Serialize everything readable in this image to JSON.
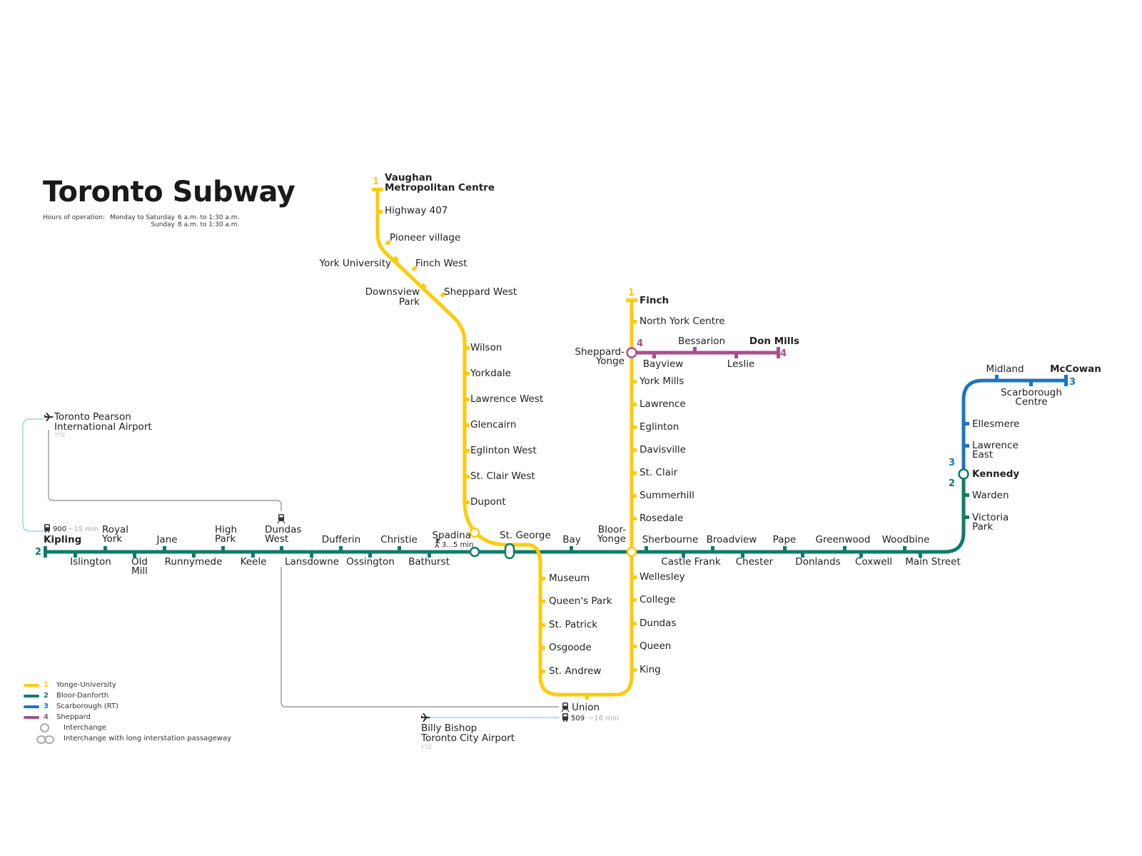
{
  "title": "Toronto Subway",
  "hours": {
    "label": "Hours of operation:",
    "rows": [
      {
        "day": "Monday to Saturday",
        "time": "6 a.m. to 1:30 a.m."
      },
      {
        "day": "Sunday",
        "time": "8 a.m. to 1:30 a.m."
      }
    ]
  },
  "colors": {
    "line1": "#FFCB05",
    "line2": "#0E7C6B",
    "line3": "#1A75C2",
    "line4": "#A94F8C",
    "connector": "#7fd0e0",
    "transfer": "#888888"
  },
  "line_numbers": {
    "l1": "1",
    "l2": "2",
    "l3": "3",
    "l4": "4"
  },
  "stations": {
    "vaughan_a": "Vaughan",
    "vaughan_b": "Metropolitan Centre",
    "highway407": "Highway 407",
    "pioneer": "Pioneer village",
    "york_university": "York University",
    "finch_west": "Finch West",
    "downsview_a": "Downsview",
    "downsview_b": "Park",
    "sheppard_west": "Sheppard West",
    "wilson": "Wilson",
    "yorkdale": "Yorkdale",
    "lawrence_west": "Lawrence West",
    "glencairn": "Glencairn",
    "eglinton_west": "Eglinton West",
    "st_clair_west": "St. Clair West",
    "dupont": "Dupont",
    "spadina": "Spadina",
    "spadina_walk": "3...5 min",
    "st_george": "St. George",
    "bay": "Bay",
    "bloor_a": "Bloor-",
    "bloor_b": "Yonge",
    "museum": "Museum",
    "queens_park": "Queen's Park",
    "st_patrick": "St. Patrick",
    "osgoode": "Osgoode",
    "st_andrew": "St. Andrew",
    "union": "Union",
    "bus509": "509",
    "bus509_time": "~16 min",
    "billy_a": "Billy Bishop",
    "billy_b": "Toronto City Airport",
    "ytz": "YTZ",
    "finch": "Finch",
    "north_york": "North York Centre",
    "sheppard_a": "Sheppard-",
    "sheppard_b": "Yonge",
    "york_mills": "York Mills",
    "lawrence": "Lawrence",
    "eglinton": "Eglinton",
    "davisville": "Davisville",
    "st_clair": "St. Clair",
    "summerhill": "Summerhill",
    "rosedale": "Rosedale",
    "wellesley": "Wellesley",
    "college": "College",
    "dundas": "Dundas",
    "queen": "Queen",
    "king": "King",
    "bayview": "Bayview",
    "bessarion": "Bessarion",
    "leslie": "Leslie",
    "don_mills": "Don Mills",
    "kipling": "Kipling",
    "islington": "Islington",
    "royal_a": "Royal",
    "royal_b": "York",
    "old_a": "Old",
    "old_b": "Mill",
    "jane": "Jane",
    "runnymede": "Runnymede",
    "high_a": "High",
    "high_b": "Park",
    "keele": "Keele",
    "dundas_w_a": "Dundas",
    "dundas_w_b": "West",
    "lansdowne": "Lansdowne",
    "dufferin": "Dufferin",
    "ossington": "Ossington",
    "christie": "Christie",
    "bathurst": "Bathurst",
    "sherbourne": "Sherbourne",
    "castle_frank": "Castle Frank",
    "broadview": "Broadview",
    "chester": "Chester",
    "pape": "Pape",
    "donlands": "Donlands",
    "greenwood": "Greenwood",
    "coxwell": "Coxwell",
    "woodbine": "Woodbine",
    "main_street": "Main Street",
    "victoria_a": "Victoria",
    "victoria_b": "Park",
    "warden": "Warden",
    "kennedy": "Kennedy",
    "lawrence_east_a": "Lawrence",
    "lawrence_east_b": "East",
    "ellesmere": "Ellesmere",
    "midland": "Midland",
    "scarborough_a": "Scarborough",
    "scarborough_b": "Centre",
    "mccowan": "McCowan",
    "pearson_a": "Toronto Pearson",
    "pearson_b": "International Airport",
    "yyz": "YYZ",
    "bus900": "900",
    "bus900_time": "~15 min"
  },
  "legend": [
    {
      "num": "1",
      "label": "Yonge-University",
      "color": "#FFCB05"
    },
    {
      "num": "2",
      "label": "Bloor-Danforth",
      "color": "#0E7C6B"
    },
    {
      "num": "3",
      "label": "Scarborough (RT)",
      "color": "#1A75C2"
    },
    {
      "num": "4",
      "label": "Sheppard",
      "color": "#A94F8C"
    }
  ],
  "legend_interchange": "Interchange",
  "legend_long_interchange": "Interchange with long interstation passageway"
}
